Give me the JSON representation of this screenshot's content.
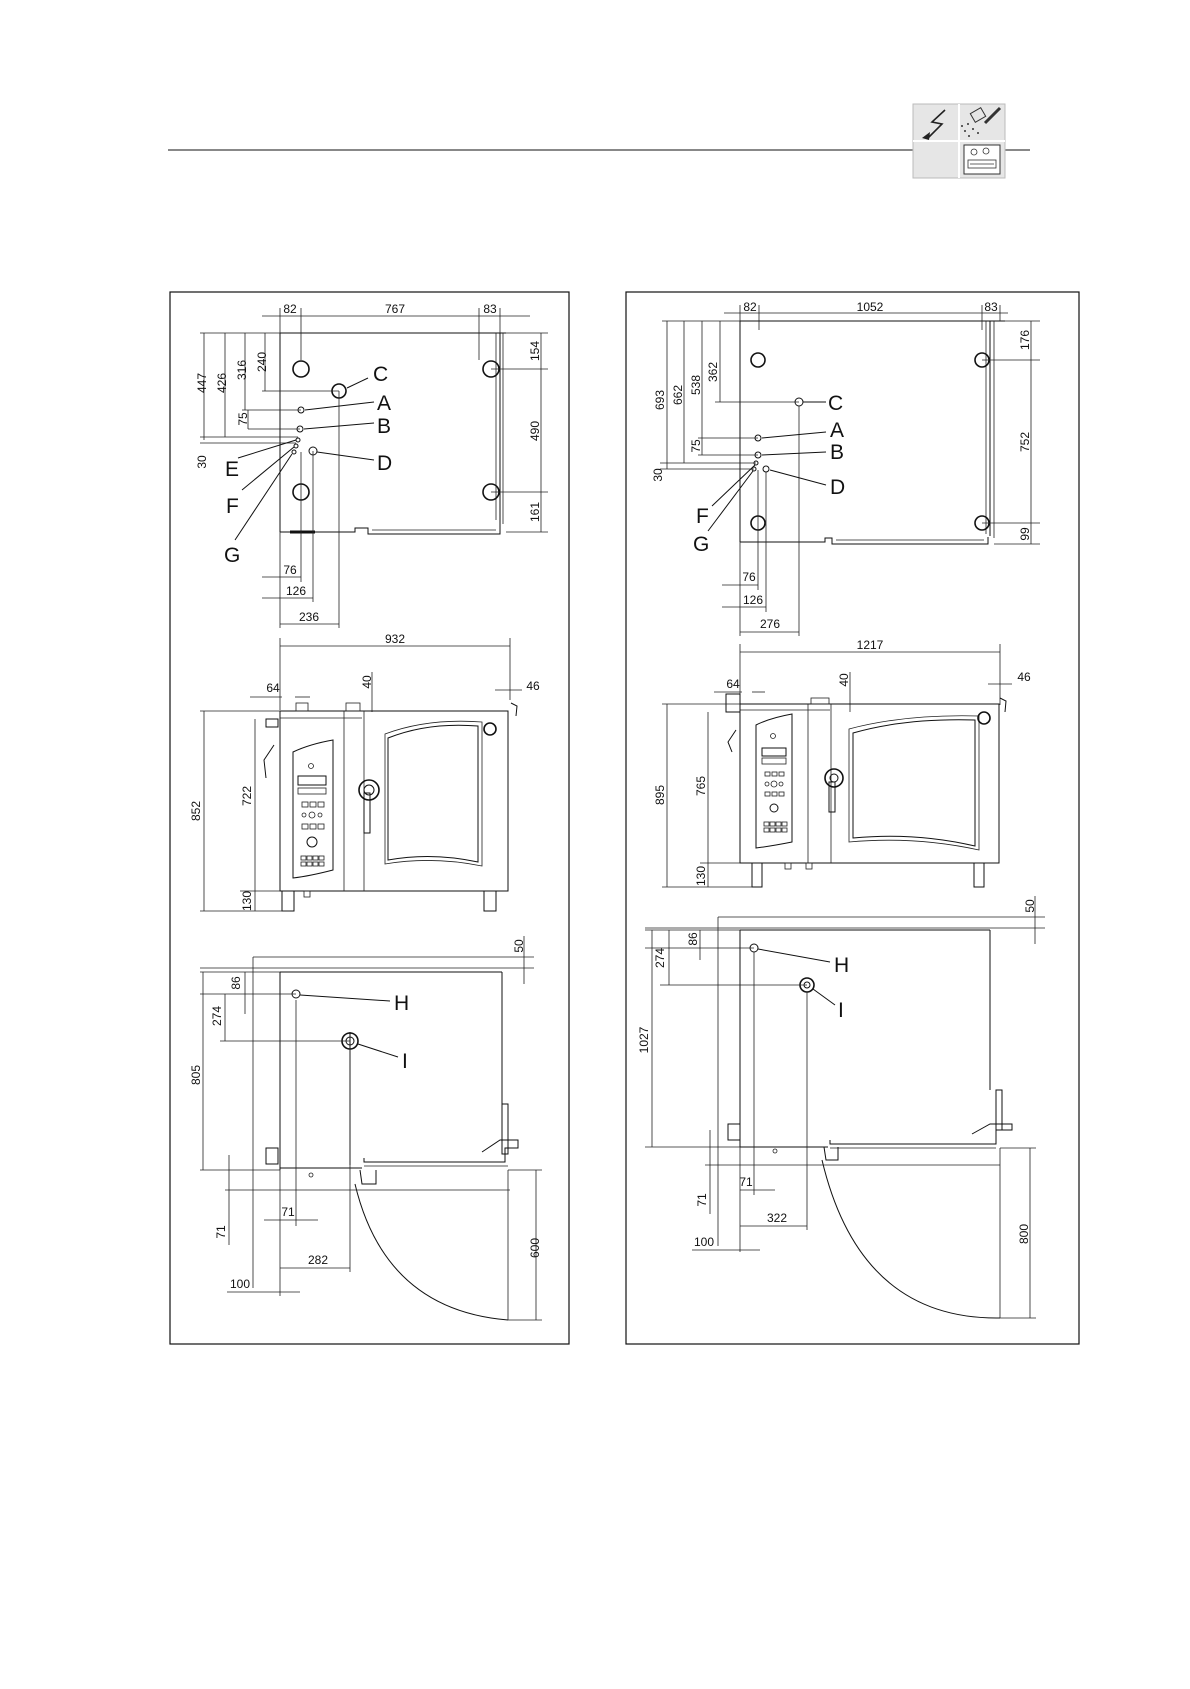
{
  "header": {
    "icons": [
      "electric-connection-icon",
      "water-spray-icon",
      "blank-icon",
      "oven-icon"
    ]
  },
  "left": {
    "top": {
      "dims": {
        "d82": "82",
        "d767": "767",
        "d83": "83",
        "d447": "447",
        "d426": "426",
        "d316": "316",
        "d240": "240",
        "d75": "75",
        "d30": "30",
        "d154": "154",
        "d490": "490",
        "d161": "161",
        "d76": "76",
        "d126": "126",
        "d236": "236"
      },
      "labels": {
        "C": "C",
        "A": "A",
        "B": "B",
        "D": "D",
        "E": "E",
        "F": "F",
        "G": "G"
      }
    },
    "front": {
      "dims": {
        "d932": "932",
        "d64": "64",
        "d40": "40",
        "d46": "46",
        "d852": "852",
        "d722": "722",
        "d130": "130"
      }
    },
    "side": {
      "dims": {
        "d50": "50",
        "d86": "86",
        "d274": "274",
        "d805": "805",
        "d71": "71",
        "d282": "282",
        "d100": "100",
        "d600": "600"
      },
      "labels": {
        "H": "H",
        "I": "I"
      }
    }
  },
  "right": {
    "top": {
      "dims": {
        "d82": "82",
        "d1052": "1052",
        "d83": "83",
        "d693": "693",
        "d662": "662",
        "d538": "538",
        "d362": "362",
        "d75": "75",
        "d30": "30",
        "d176": "176",
        "d752": "752",
        "d99": "99",
        "d76": "76",
        "d126": "126",
        "d276": "276"
      },
      "labels": {
        "C": "C",
        "A": "A",
        "B": "B",
        "D": "D",
        "F": "F",
        "G": "G"
      }
    },
    "front": {
      "dims": {
        "d1217": "1217",
        "d64": "64",
        "d40": "40",
        "d46": "46",
        "d895": "895",
        "d765": "765",
        "d130": "130"
      }
    },
    "side": {
      "dims": {
        "d50": "50",
        "d86": "86",
        "d274": "274",
        "d1027": "1027",
        "d71": "71",
        "d322": "322",
        "d100": "100",
        "d800": "800"
      },
      "labels": {
        "H": "H",
        "I": "I"
      }
    }
  }
}
